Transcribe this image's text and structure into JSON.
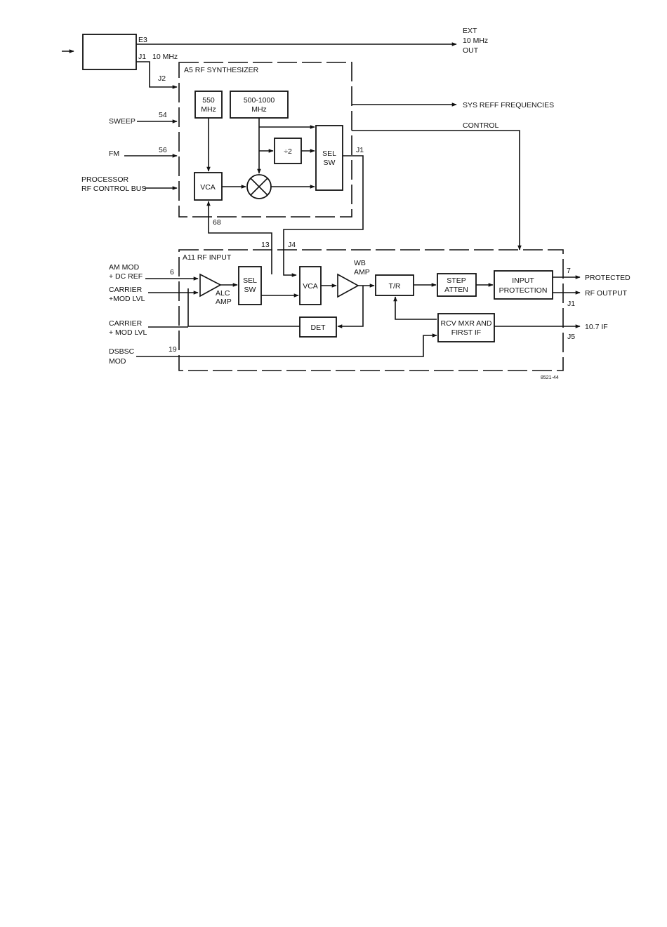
{
  "ref_box": {
    "e3": "E3",
    "j1": "J1",
    "freq": "10 MHz",
    "j2": "J2"
  },
  "ext_out": [
    "EXT",
    "10 MHz",
    "OUT"
  ],
  "synth": {
    "title": "A5 RF SYNTHESIZER",
    "osc550": [
      "550",
      "MHz"
    ],
    "osc500": [
      "500-1000",
      "MHz"
    ],
    "div": "÷2",
    "sel_sw": [
      "SEL",
      "SW"
    ],
    "vca": "VCA",
    "j1": "J1",
    "pin68": "68",
    "sys_reff": "SYS REFF FREQUENCIES",
    "control": "CONTROL"
  },
  "synth_inputs": {
    "sweep": "SWEEP",
    "sweep_pin": "54",
    "fm": "FM",
    "fm_pin": "56",
    "processor": [
      "PROCESSOR",
      "RF CONTROL BUS"
    ]
  },
  "rfinput": {
    "title": "A11 RF INPUT",
    "pin13": "13",
    "j4": "J4",
    "alc_amp": [
      "ALC",
      "AMP"
    ],
    "sel_sw": [
      "SEL",
      "SW"
    ],
    "vca": "VCA",
    "wb_amp": [
      "WB",
      "AMP"
    ],
    "tr": "T/R",
    "step_atten": [
      "STEP",
      "ATTEN"
    ],
    "input_protection": [
      "INPUT",
      "PROTECTION"
    ],
    "det": "DET",
    "rcv_mxr": [
      "RCV MXR AND",
      "FIRST IF"
    ],
    "pin7": "7",
    "j1": "J1",
    "j5": "J5",
    "protected": "PROTECTED",
    "rf_output": "RF OUTPUT",
    "if_out": "10.7 IF"
  },
  "rf_inputs": {
    "am_mod": [
      "AM MOD",
      "+ DC REF"
    ],
    "am_pin": "6",
    "carrier1": [
      "CARRIER",
      "+MOD LVL"
    ],
    "carrier2": [
      "CARRIER",
      "+ MOD LVL"
    ],
    "dsbsc": [
      "DSBSC",
      "MOD"
    ],
    "dsbsc_pin": "19"
  },
  "figure_id": "8521-44",
  "colors": {
    "ink": "#111111",
    "paper": "#ffffff"
  }
}
